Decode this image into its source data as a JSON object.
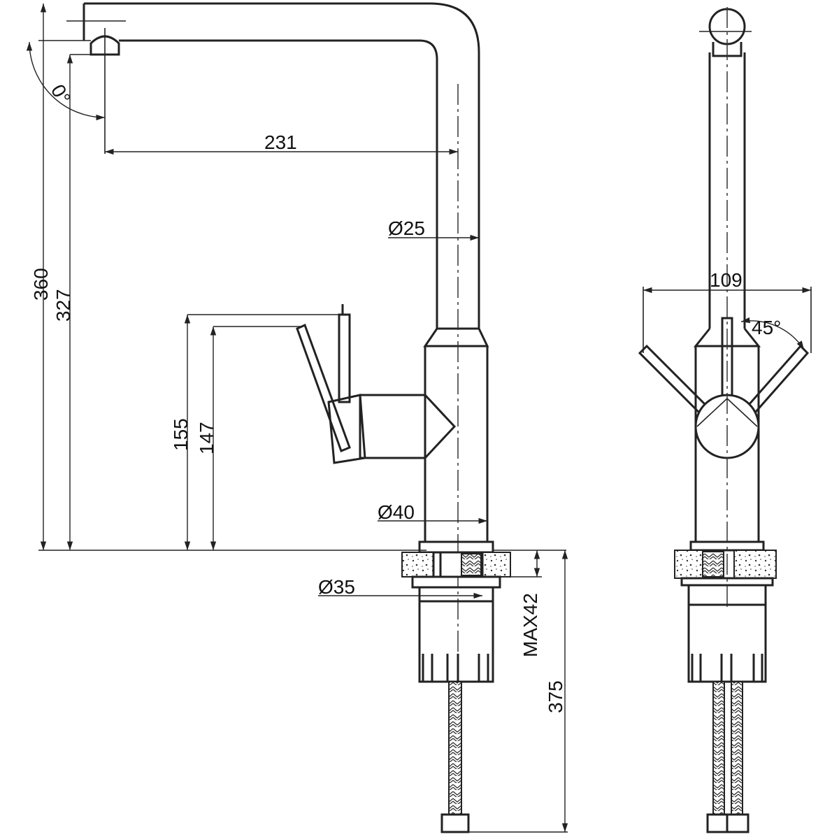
{
  "drawing": {
    "side_view": {
      "angle_swivel": "0°",
      "spout_reach": "231",
      "tube_diameter": "Ø25",
      "total_height": "360",
      "spout_height": "327",
      "handle_height": "155",
      "handle_height_2": "147",
      "body_diameter": "Ø40",
      "shank_diameter": "Ø35",
      "max_countertop": "MAX42",
      "below_counter_length": "375"
    },
    "front_view": {
      "handle_width": "109",
      "handle_angle": "45°"
    }
  }
}
